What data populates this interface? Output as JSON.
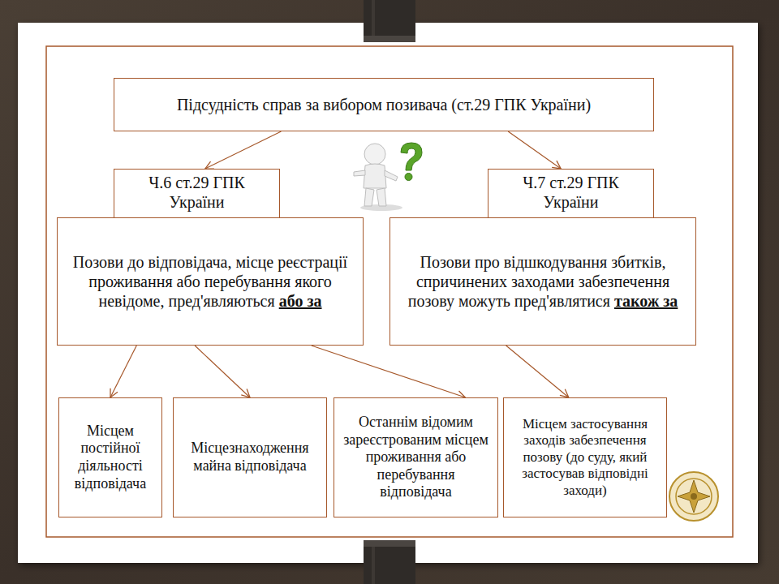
{
  "diagram": {
    "nodes": [
      {
        "text": [
          "Підсудність справ за вибором позивача (ст.29 ГПК України)"
        ]
      },
      {
        "text": [
          "Ч.6 ст.29 ГПК України"
        ]
      },
      {
        "text": [
          "Позови до відповідача, місце реєстрації проживання або перебування якого невідоме, пред'являються або за"
        ]
      },
      {
        "text": [
          "Ч.7 ст.29 ГПК України"
        ]
      },
      {
        "text": [
          "Позови про відшкодування збитків, спричинених заходами забезпечення позову можуть пред'являтися також за"
        ]
      },
      {
        "text": [
          "Місцем постійної діяльності відповідача"
        ]
      },
      {
        "text": [
          "Місцезнаходження майна відповідача"
        ]
      },
      {
        "text": [
          "Останнім відомим зареєстрованим місцем проживання або перебування відповідача"
        ]
      },
      {
        "text": [
          "Місцем застосування заходів забезпечення позову (до суду, який застосував відповідні заходи)"
        ]
      }
    ],
    "edges": [
      {
        "from": 0,
        "to": 1,
        "arrow": "to"
      },
      {
        "from": 0,
        "to": 3,
        "arrow": "to"
      },
      {
        "from": 2,
        "to": 5,
        "arrow": "to"
      },
      {
        "from": 2,
        "to": 6,
        "arrow": "to"
      },
      {
        "from": 2,
        "to": 7,
        "arrow": "to"
      },
      {
        "from": 4,
        "to": 8,
        "arrow": "to"
      }
    ]
  }
}
